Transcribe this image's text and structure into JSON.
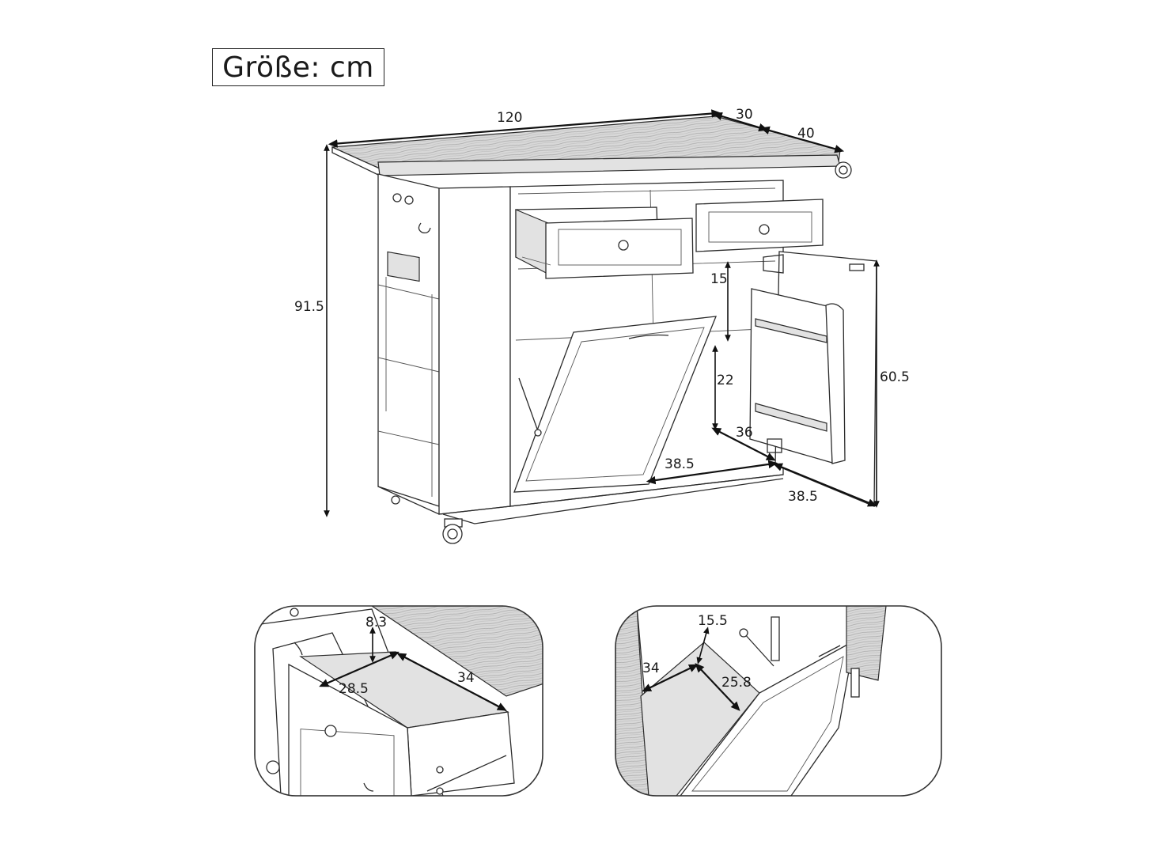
{
  "header": {
    "size_label": "Größe: cm"
  },
  "main_view": {
    "dims": {
      "width": "120",
      "extension": "30",
      "depth": "40",
      "height": "91.5",
      "shelf_gap": "15",
      "bin_height": "22",
      "cabinet_depth": "36",
      "bin_width": "38.5",
      "door_width": "38.5",
      "door_height": "60.5"
    }
  },
  "detail_drawer": {
    "dims": {
      "height": "8.3",
      "width": "28.5",
      "depth": "34"
    }
  },
  "detail_bin": {
    "dims": {
      "top": "15.5",
      "width": "34",
      "depth": "25.8"
    }
  }
}
